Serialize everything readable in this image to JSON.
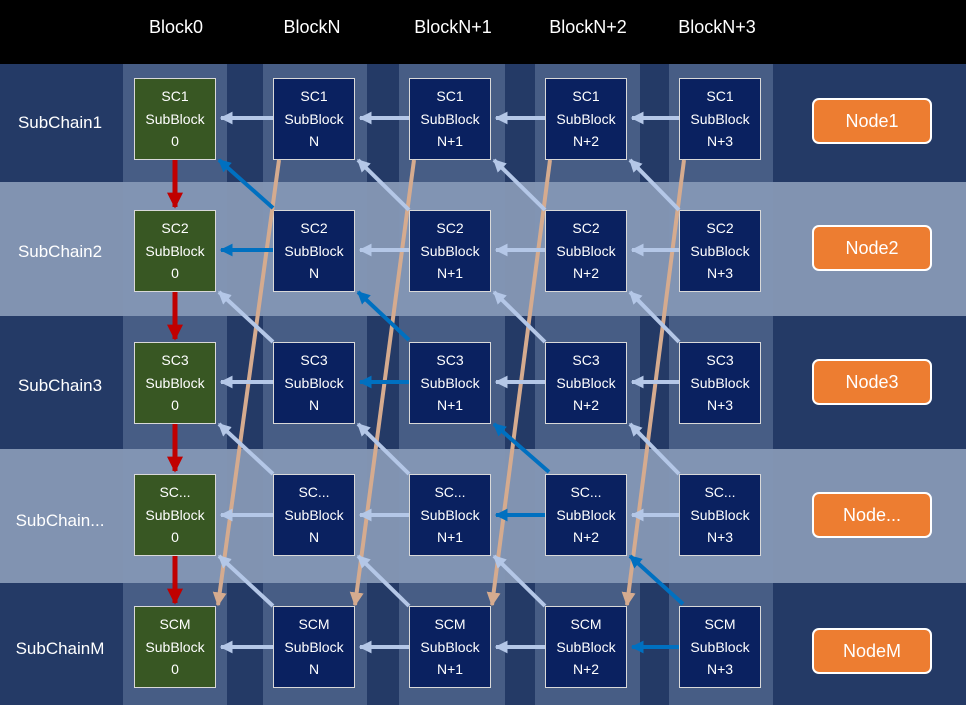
{
  "colors": {
    "background": "#000000",
    "row_dark": "#243a66",
    "row_light": "#8193b1",
    "genesis_block": "#385723",
    "sub_block": "#0a2160",
    "node": "#ed7d31",
    "arrow_light": "#b4c7e7",
    "arrow_blue": "#0070c0",
    "arrow_red": "#c00000",
    "arrow_tan": "#d5ab8f"
  },
  "columns": [
    "Block0",
    "BlockN",
    "BlockN+1",
    "BlockN+2",
    "BlockN+3"
  ],
  "rows": [
    {
      "label": "SubChain1",
      "node": "Node1",
      "prefix": "SC1"
    },
    {
      "label": "SubChain2",
      "node": "Node2",
      "prefix": "SC2"
    },
    {
      "label": "SubChain3",
      "node": "Node3",
      "prefix": "SC3"
    },
    {
      "label": "SubChain...",
      "node": "Node...",
      "prefix": "SC..."
    },
    {
      "label": "SubChainM",
      "node": "NodeM",
      "prefix": "SCM"
    }
  ],
  "box_line2": "SubBlock",
  "box_suffixes": [
    "0",
    "N",
    "N+1",
    "N+2",
    "N+3"
  ]
}
